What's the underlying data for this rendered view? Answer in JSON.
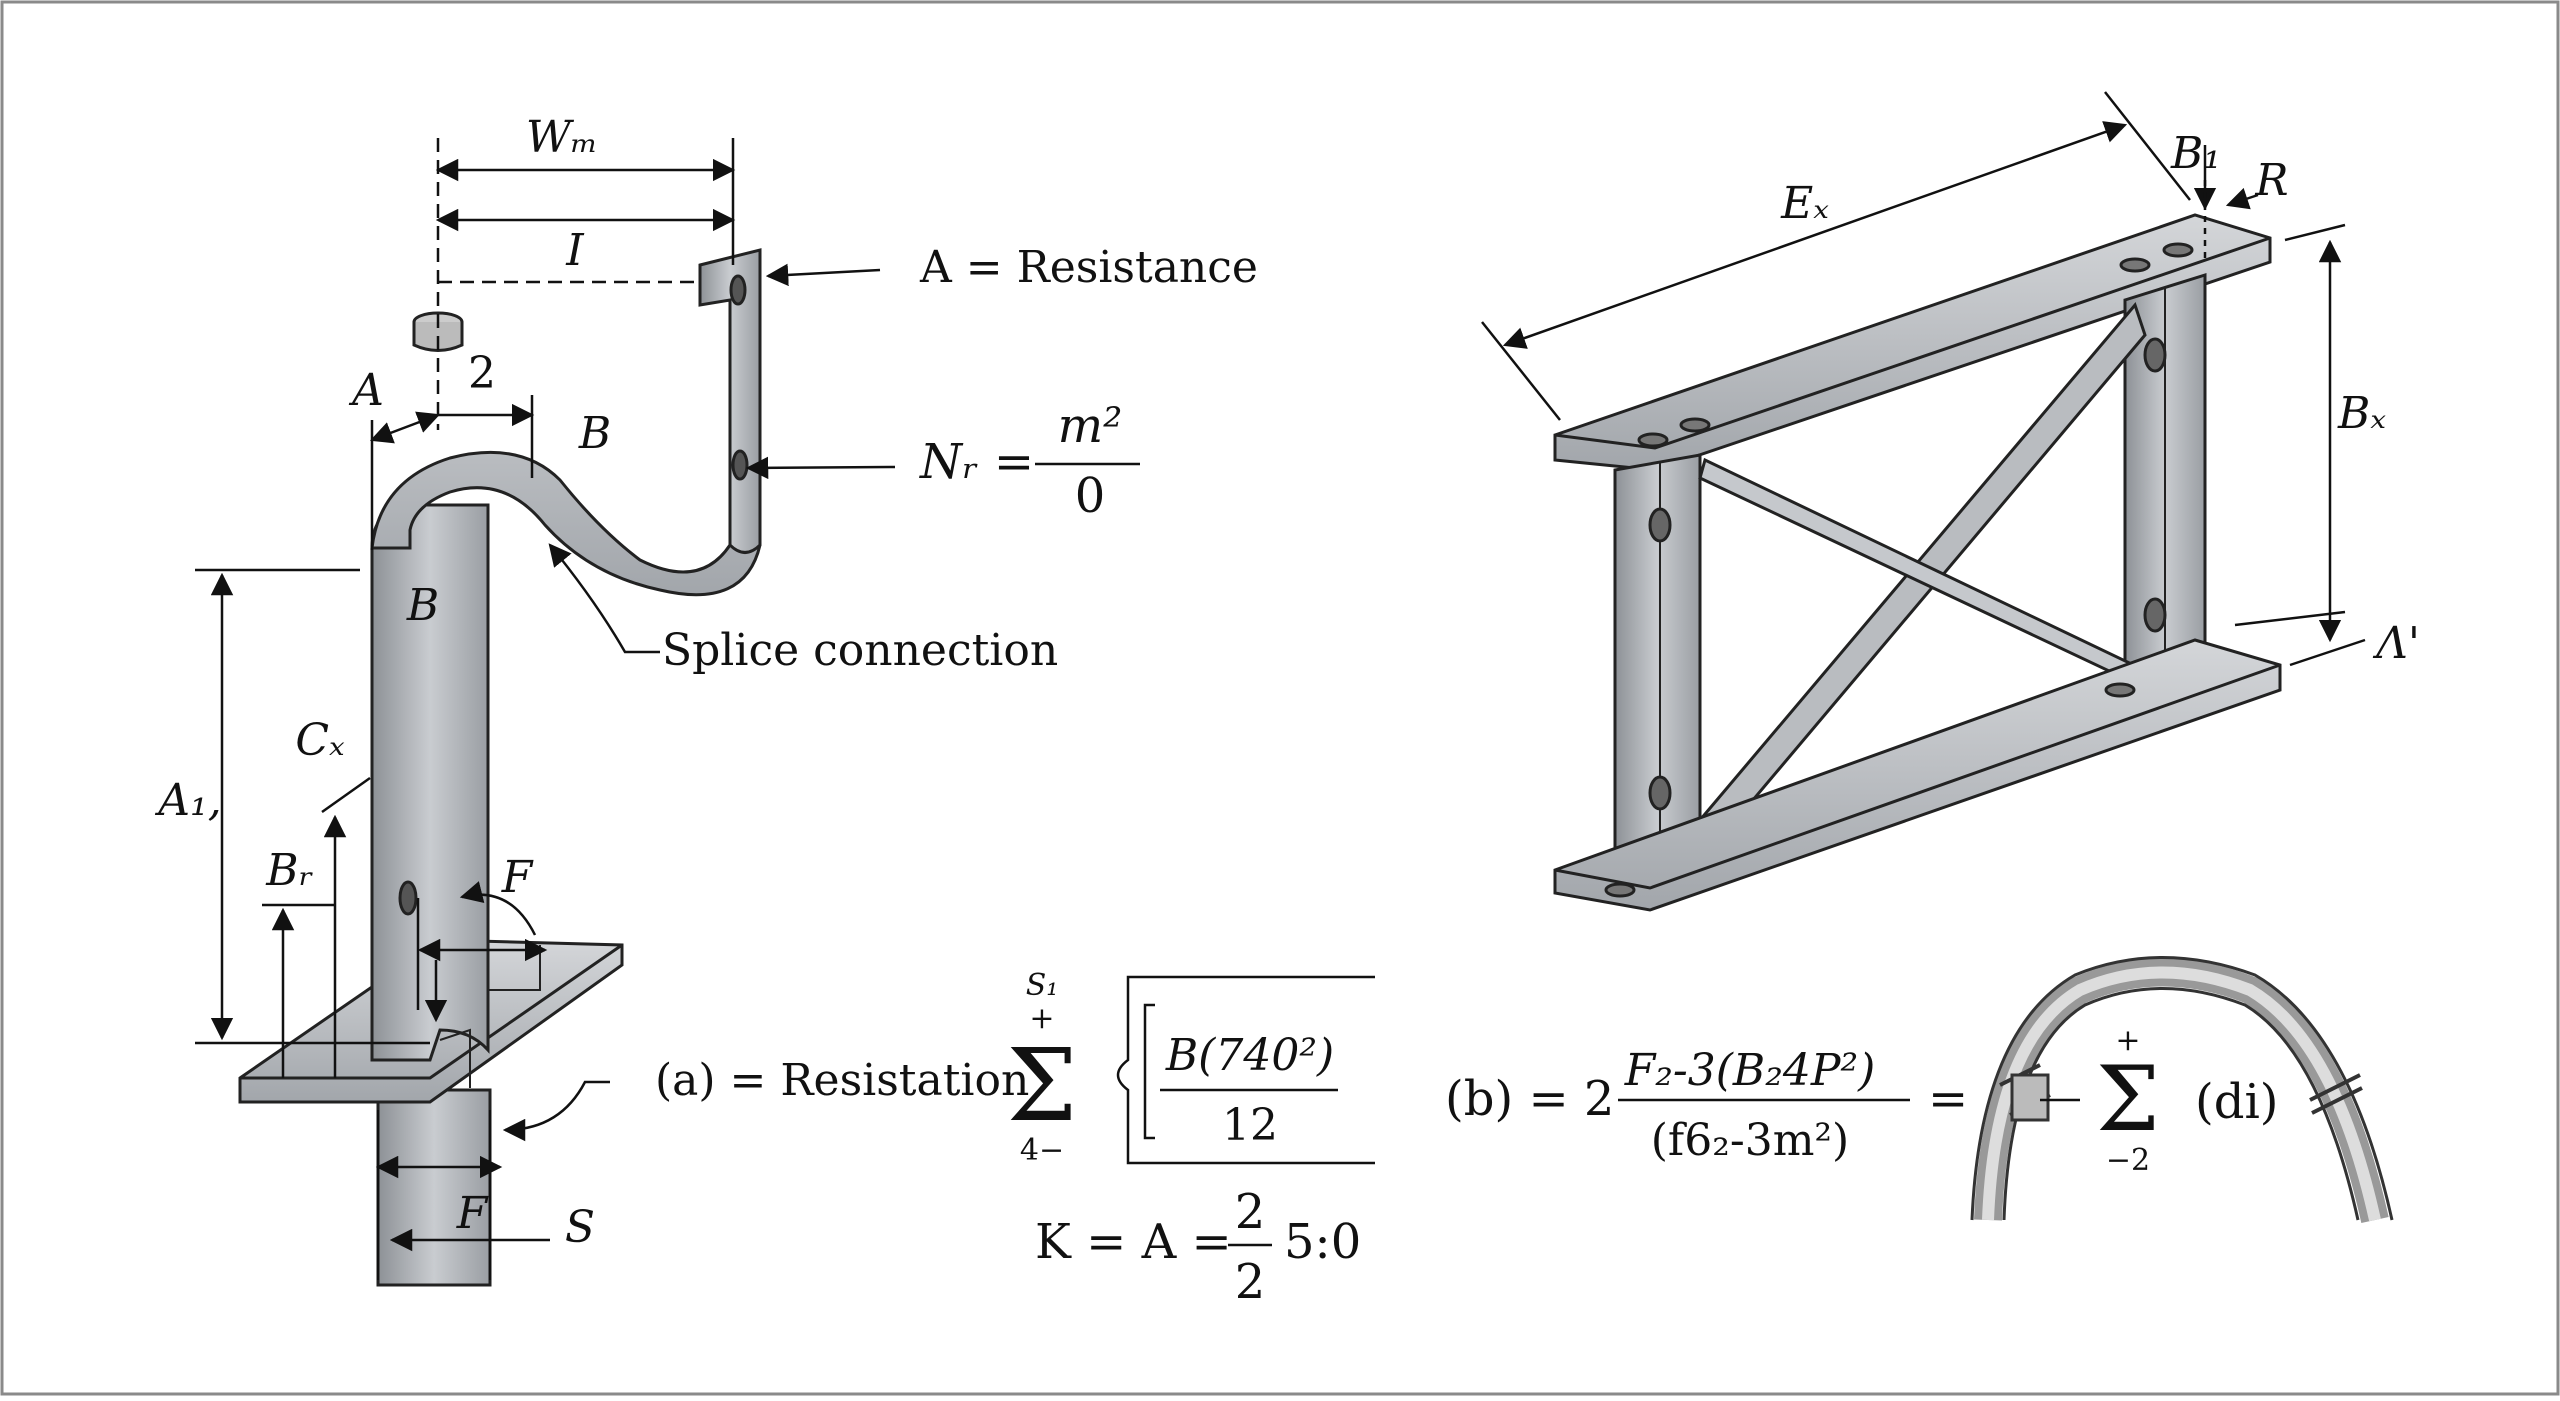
{
  "left": {
    "wm": "Wₘ",
    "l": "I",
    "a": "A",
    "two": "2",
    "b_top": "B",
    "b_mid": "B",
    "cx": "Cₓ",
    "al": "A₁,",
    "br": "Bᵣ",
    "f_top": "F",
    "f_bot": "F",
    "s": "S",
    "a_resistance": "A = Resistance",
    "nr_lhs": "Nᵣ =",
    "nr_num": "m²",
    "nr_den": "0",
    "splice": "Splice connection"
  },
  "formula_a": {
    "lead": "(a) = Resistation",
    "sum_top": "S₁",
    "sum_plus": "+",
    "sum_bottom": "4−",
    "num": "B(740²)",
    "den": "12",
    "k_lhs": "K = A =",
    "k_num": "2",
    "k_den": "2",
    "k_tail": "5:0"
  },
  "formula_b": {
    "lead": "(b) = 2",
    "num": "F₂-3(B₂4P²)",
    "den": "(f6₂-3m²)",
    "eq": "=",
    "sum_plus": "+",
    "sum_bottom": "−2",
    "tail": "(di)"
  },
  "right": {
    "ex": "Eₓ",
    "b1": "B₁",
    "r": "R",
    "bx": "Bₓ",
    "lam": "Λ'"
  }
}
